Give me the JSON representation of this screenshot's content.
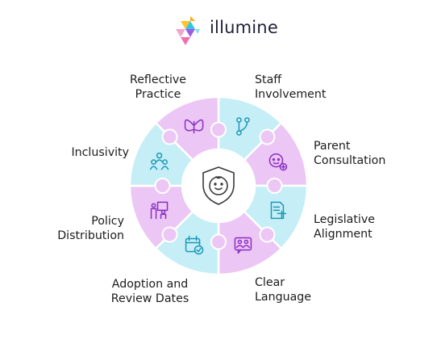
{
  "brand": {
    "name": "illumine"
  },
  "center": {
    "icon": "child-shield-icon"
  },
  "segments": [
    {
      "lines": [
        "Staff",
        "Involvement"
      ],
      "icon": "branch-icon",
      "fill": "#c5eef6"
    },
    {
      "lines": [
        "Parent",
        "Consultation"
      ],
      "icon": "baby-plus-icon",
      "fill": "#ecc6f5"
    },
    {
      "lines": [
        "Legislative",
        "Alignment"
      ],
      "icon": "legal-document-icon",
      "fill": "#c5eef6"
    },
    {
      "lines": [
        "Clear",
        "Language"
      ],
      "icon": "chat-people-icon",
      "fill": "#ecc6f5"
    },
    {
      "lines": [
        "Adoption and",
        "Review Dates"
      ],
      "icon": "calendar-check-icon",
      "fill": "#c5eef6"
    },
    {
      "lines": [
        "Policy",
        "Distribution"
      ],
      "icon": "people-board-icon",
      "fill": "#ecc6f5"
    },
    {
      "lines": [
        "Inclusivity"
      ],
      "icon": "group-icon",
      "fill": "#c5eef6"
    },
    {
      "lines": [
        "Reflective",
        "Practice"
      ],
      "icon": "butterfly-icon",
      "fill": "#ecc6f5"
    }
  ],
  "colors": {
    "icon": "#8a2fc4",
    "iconTeal": "#1e98b8",
    "ring": "#ffffff"
  }
}
